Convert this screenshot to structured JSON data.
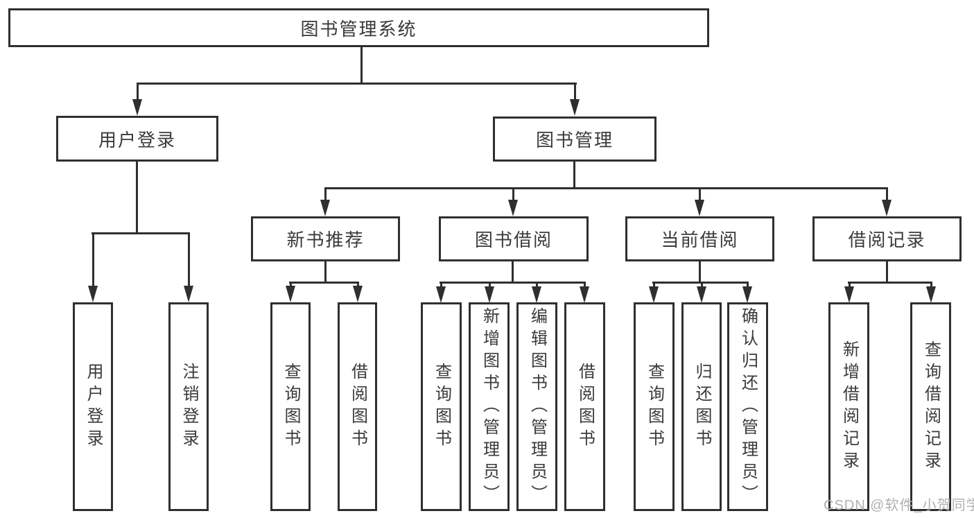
{
  "title": "图书管理系统",
  "colors": {
    "line": "#2f2f2f",
    "text": "#3a3a3a",
    "watermark": "#b0b0b0",
    "background": "#ffffff"
  },
  "watermark": "CSDN @软件_小贺同学",
  "tree": {
    "label": "图书管理系统",
    "children": [
      {
        "label": "用户登录",
        "children": [
          {
            "label": "用户登录"
          },
          {
            "label": "注销登录"
          }
        ]
      },
      {
        "label": "图书管理",
        "children": [
          {
            "label": "新书推荐",
            "children": [
              {
                "label": "查询图书"
              },
              {
                "label": "借阅图书"
              }
            ]
          },
          {
            "label": "图书借阅",
            "children": [
              {
                "label": "查询图书"
              },
              {
                "label": "新增图书（管理员）"
              },
              {
                "label": "编辑图书（管理员）"
              },
              {
                "label": "借阅图书"
              }
            ]
          },
          {
            "label": "当前借阅",
            "children": [
              {
                "label": "查询图书"
              },
              {
                "label": "归还图书"
              },
              {
                "label": "确认归还（管理员）"
              }
            ]
          },
          {
            "label": "借阅记录",
            "children": [
              {
                "label": "新增借阅记录"
              },
              {
                "label": "查询借阅记录"
              }
            ]
          }
        ]
      }
    ]
  }
}
